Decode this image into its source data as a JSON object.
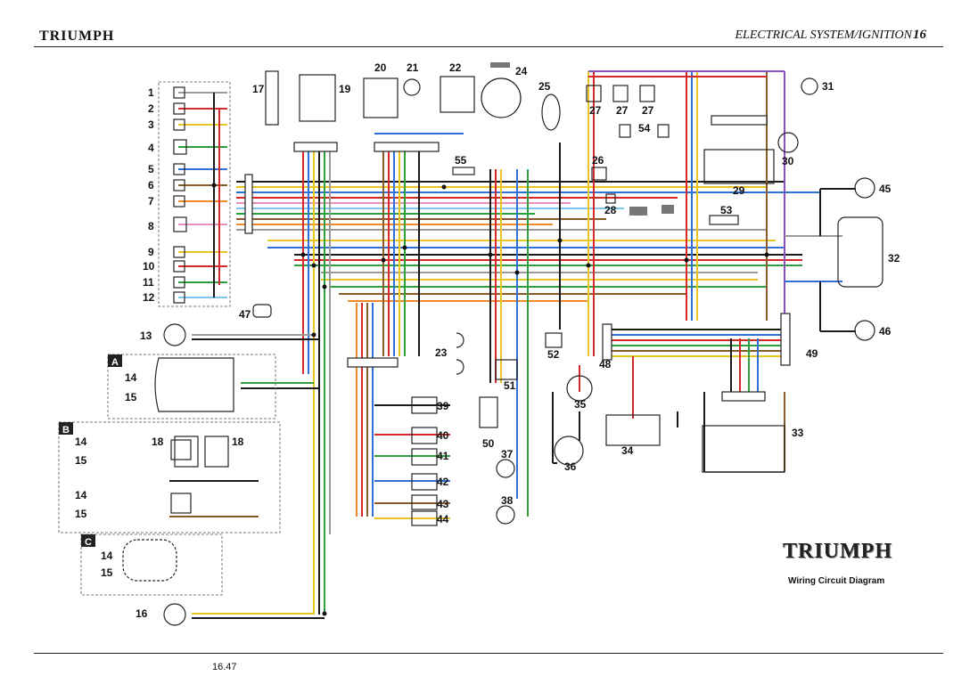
{
  "header": {
    "logo": "TRIUMPH",
    "section_title": "ELECTRICAL SYSTEM/IGNITION",
    "page_number": "16"
  },
  "footer": {
    "page_ref": "16.47"
  },
  "brand": {
    "logo": "TRIUMPH",
    "caption": "Wiring Circuit Diagram"
  },
  "group_labels": [
    "A",
    "B",
    "C"
  ],
  "components": {
    "c1": "1",
    "c2": "2",
    "c3": "3",
    "c4": "4",
    "c5": "5",
    "c6": "6",
    "c7": "7",
    "c8": "8",
    "c9": "9",
    "c10": "10",
    "c11": "11",
    "c12": "12",
    "c13": "13",
    "c14a": "14",
    "c15a": "15",
    "c14b": "14",
    "c15b": "15",
    "c14c": "14",
    "c15c": "15",
    "c14d": "14",
    "c15d": "15",
    "c16": "16",
    "c17": "17",
    "c18a": "18",
    "c18b": "18",
    "c19": "19",
    "c20": "20",
    "c21": "21",
    "c22": "22",
    "c23": "23",
    "c24": "24",
    "c25": "25",
    "c26": "26",
    "c27a": "27",
    "c27b": "27",
    "c27c": "27",
    "c28": "28",
    "c29": "29",
    "c30": "30",
    "c31": "31",
    "c32": "32",
    "c33": "33",
    "c34": "34",
    "c35": "35",
    "c36": "36",
    "c37": "37",
    "c38": "38",
    "c39": "39",
    "c40": "40",
    "c41": "41",
    "c42": "42",
    "c43": "43",
    "c44": "44",
    "c45": "45",
    "c46": "46",
    "c47": "47",
    "c48": "48",
    "c49": "49",
    "c50": "50",
    "c51": "51",
    "c52": "52",
    "c53": "53",
    "c54": "54",
    "c55": "55"
  },
  "wire_colors": {
    "black": "#1a1a1a",
    "red": "#d62828",
    "blue": "#2f6fd6",
    "green": "#2e9e3e",
    "yellow": "#e8c51f",
    "brown": "#8a5a2b",
    "grey": "#9a9a9a",
    "orange": "#ee8a2a",
    "pink": "#e58fb8",
    "purple": "#8a4fc2",
    "lightblue": "#7fc6ee"
  }
}
